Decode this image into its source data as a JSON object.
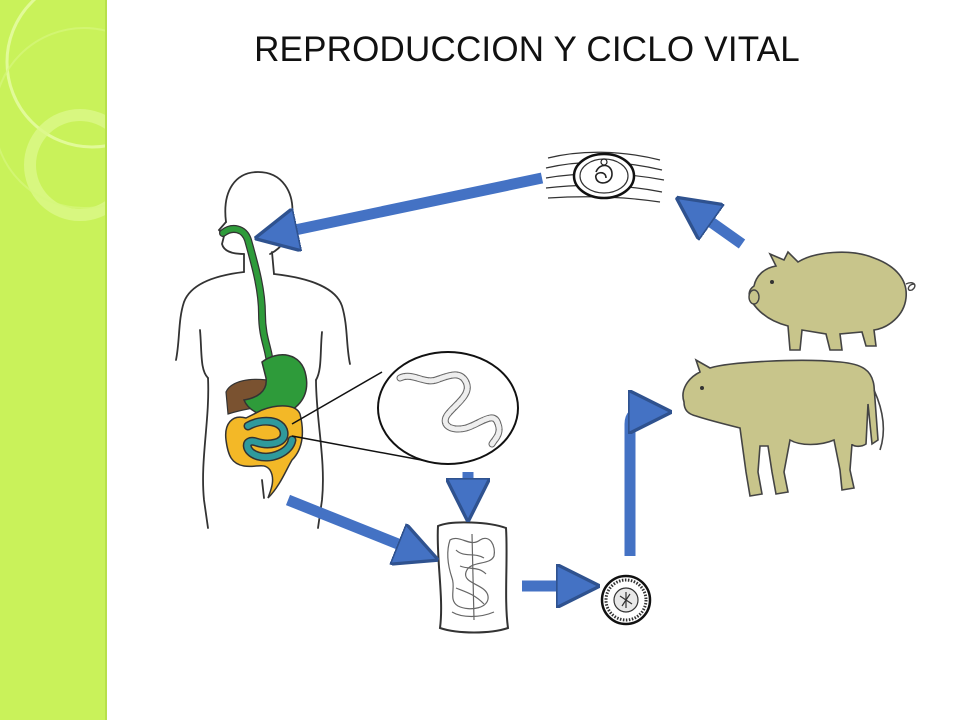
{
  "slide": {
    "title": "REPRODUCCION Y CICLO VITAL",
    "accent_color": "#c9f25a",
    "arrow_color": "#4472c4"
  },
  "diagram": {
    "stages": [
      {
        "name": "human-host-digestive-system",
        "icon": "human-body-icon"
      },
      {
        "name": "adult-tapeworm-magnified",
        "icon": "tapeworm-icon"
      },
      {
        "name": "gravid-proglottid",
        "icon": "proglottid-icon"
      },
      {
        "name": "egg",
        "icon": "egg-icon"
      },
      {
        "name": "cattle-intermediate-host",
        "icon": "cow-icon"
      },
      {
        "name": "pig-intermediate-host",
        "icon": "pig-icon"
      },
      {
        "name": "cysticercus-in-muscle",
        "icon": "cysticercus-icon"
      }
    ]
  }
}
